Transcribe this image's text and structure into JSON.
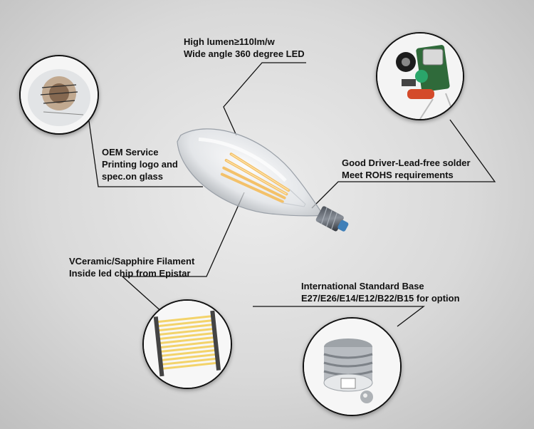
{
  "callouts": {
    "lumen": {
      "line1": "High lumen≥110lm/w",
      "line2": "Wide angle 360 degree LED"
    },
    "oem": {
      "line1": "OEM Service",
      "line2": "Printing logo and",
      "line3": "spec.on glass"
    },
    "driver": {
      "line1": "Good Driver-Lead-free solder",
      "line2": "Meet ROHS requirements"
    },
    "filament": {
      "line1": "VCeramic/Sapphire Filament",
      "line2": "Inside led chip from Epistar"
    },
    "base": {
      "line1": "International Standard Base",
      "line2": "E27/E26/E14/E12/B22/B15 for option"
    }
  },
  "colors": {
    "background": "#d9d9d9",
    "line": "#111111",
    "filament": "#f3c16a",
    "circle_fill": "#ffffff"
  },
  "icons": [
    "candle-led-bulb",
    "glass-print-detail",
    "driver-board",
    "filament-strips",
    "lamp-base"
  ]
}
